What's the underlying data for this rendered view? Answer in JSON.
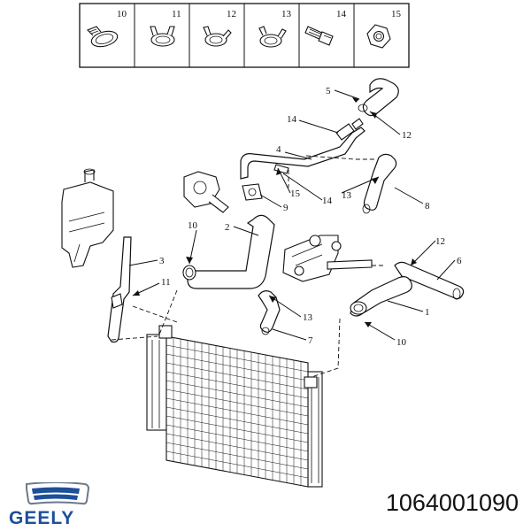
{
  "parts_table": {
    "cells": [
      {
        "number": "10",
        "icon": "hose-clamp-worm-icon"
      },
      {
        "number": "11",
        "icon": "spring-clamp-icon"
      },
      {
        "number": "12",
        "icon": "spring-clamp-icon"
      },
      {
        "number": "13",
        "icon": "spring-clamp-icon"
      },
      {
        "number": "14",
        "icon": "bolt-icon"
      },
      {
        "number": "15",
        "icon": "nut-icon"
      }
    ]
  },
  "callouts": {
    "c5": "5",
    "c12a": "12",
    "c14a": "14",
    "c4": "4",
    "c15": "15",
    "c14b": "14",
    "c13a": "13",
    "c8": "8",
    "c9": "9",
    "c10a": "10",
    "c2": "2",
    "c3": "3",
    "c11": "11",
    "c12b": "12",
    "c6": "6",
    "c13b": "13",
    "c7": "7",
    "c1": "1",
    "c10b": "10"
  },
  "brand": {
    "name": "GEELY",
    "color": "#1d4f9a"
  },
  "part_number": "1064001090"
}
